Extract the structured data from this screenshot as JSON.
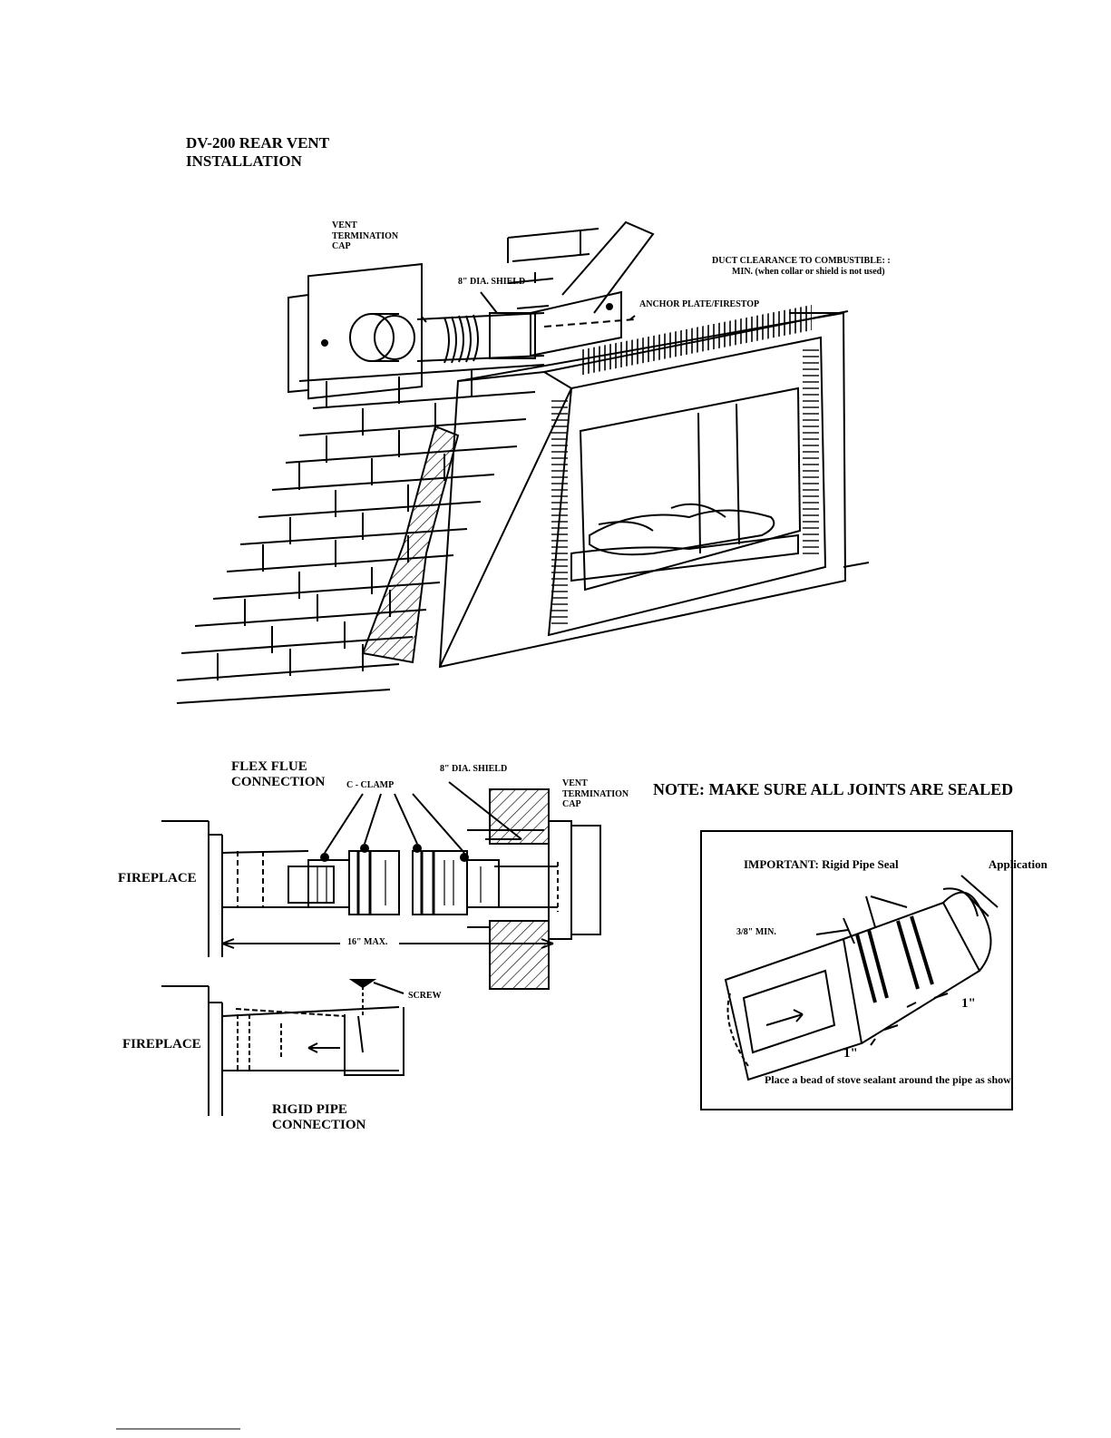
{
  "title": {
    "line1": "DV-200 REAR VENT",
    "line2": "INSTALLATION"
  },
  "top_diagram": {
    "vent_cap": {
      "line1": "VENT",
      "line2": "TERMINATION",
      "line3": "CAP"
    },
    "shield": "8\" DIA. SHIELD",
    "duct_clearance": {
      "line1": "DUCT CLEARANCE TO COMBUSTIBLE: :",
      "line2": "MIN. (when collar or shield is not used)"
    },
    "anchor_plate": "ANCHOR PLATE/FIRESTOP"
  },
  "flex_section": {
    "heading": {
      "line1": "FLEX FLUE",
      "line2": "CONNECTION"
    },
    "c_clamp": "C - CLAMP",
    "shield": "8\" DIA. SHIELD",
    "vent_cap": {
      "line1": "VENT",
      "line2": "TERMINATION",
      "line3": "CAP"
    },
    "fireplace": "FIREPLACE",
    "max_length": "16\" MAX."
  },
  "rigid_section": {
    "screw": "SCREW",
    "fireplace": "FIREPLACE",
    "heading": {
      "line1": "RIGID PIPE",
      "line2": "CONNECTION"
    }
  },
  "note": "NOTE: MAKE SURE ALL JOINTS ARE SEALED",
  "seal_box": {
    "heading": {
      "line1": "IMPORTANT: Rigid Pipe Seal",
      "line2": "Application"
    },
    "min_gap": "3/8\" MIN.",
    "dim_right": "1\"",
    "dim_bottom": "1\"",
    "caption": {
      "line1": "Place a bead of stove sealant",
      "line2": "around the pipe as show"
    }
  }
}
